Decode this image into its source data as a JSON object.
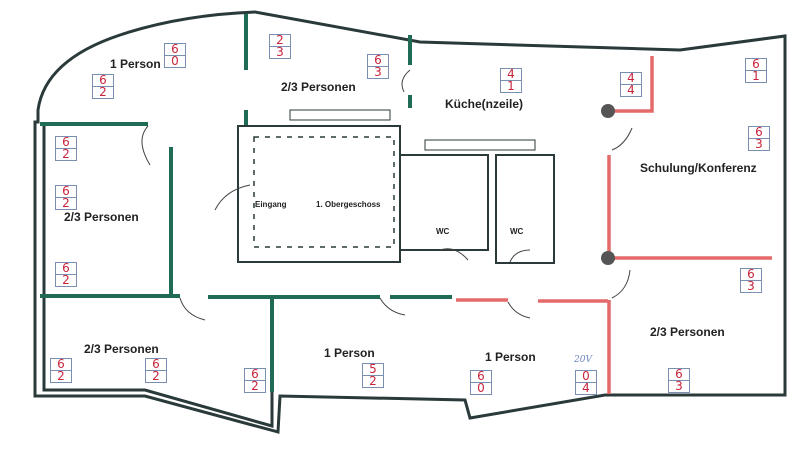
{
  "rooms": {
    "top_left_office": "1 Person",
    "top_middle_office": "2/3 Personen",
    "kitchen": "Küche(nzeile)",
    "training": "Schulung/Konferenz",
    "left_office": "2/3 Personen",
    "entrance": "Eingang",
    "floor": "1. Obergeschoss",
    "wc1": "WC",
    "wc2": "WC",
    "bottom_left_office": "2/3 Personen",
    "bottom_office_1": "1 Person",
    "bottom_office_2": "1 Person",
    "bottom_right_office": "2/3 Personen"
  },
  "annotations": [
    {
      "top": "6",
      "bottom": "2"
    },
    {
      "top": "6",
      "bottom": "0"
    },
    {
      "top": "2",
      "bottom": "3"
    },
    {
      "top": "6",
      "bottom": "3"
    },
    {
      "top": "4",
      "bottom": "1"
    },
    {
      "top": "4",
      "bottom": "4"
    },
    {
      "top": "6",
      "bottom": "1"
    },
    {
      "top": "6",
      "bottom": "3"
    },
    {
      "top": "6",
      "bottom": "2"
    },
    {
      "top": "6",
      "bottom": "2"
    },
    {
      "top": "6",
      "bottom": "2"
    },
    {
      "top": "6",
      "bottom": "2"
    },
    {
      "top": "6",
      "bottom": "2"
    },
    {
      "top": "6",
      "bottom": "2"
    },
    {
      "top": "5",
      "bottom": "2"
    },
    {
      "top": "6",
      "bottom": "0"
    },
    {
      "top": "0",
      "bottom": "4"
    },
    {
      "top": "6",
      "bottom": "3"
    },
    {
      "top": "6",
      "bottom": "3"
    }
  ],
  "notes": {
    "voltage": "20V"
  },
  "colors": {
    "wall": "#2a3a3a",
    "green_wall": "#1f6b55",
    "red_wall": "#e46a6a",
    "annotation": "#c8243c"
  }
}
